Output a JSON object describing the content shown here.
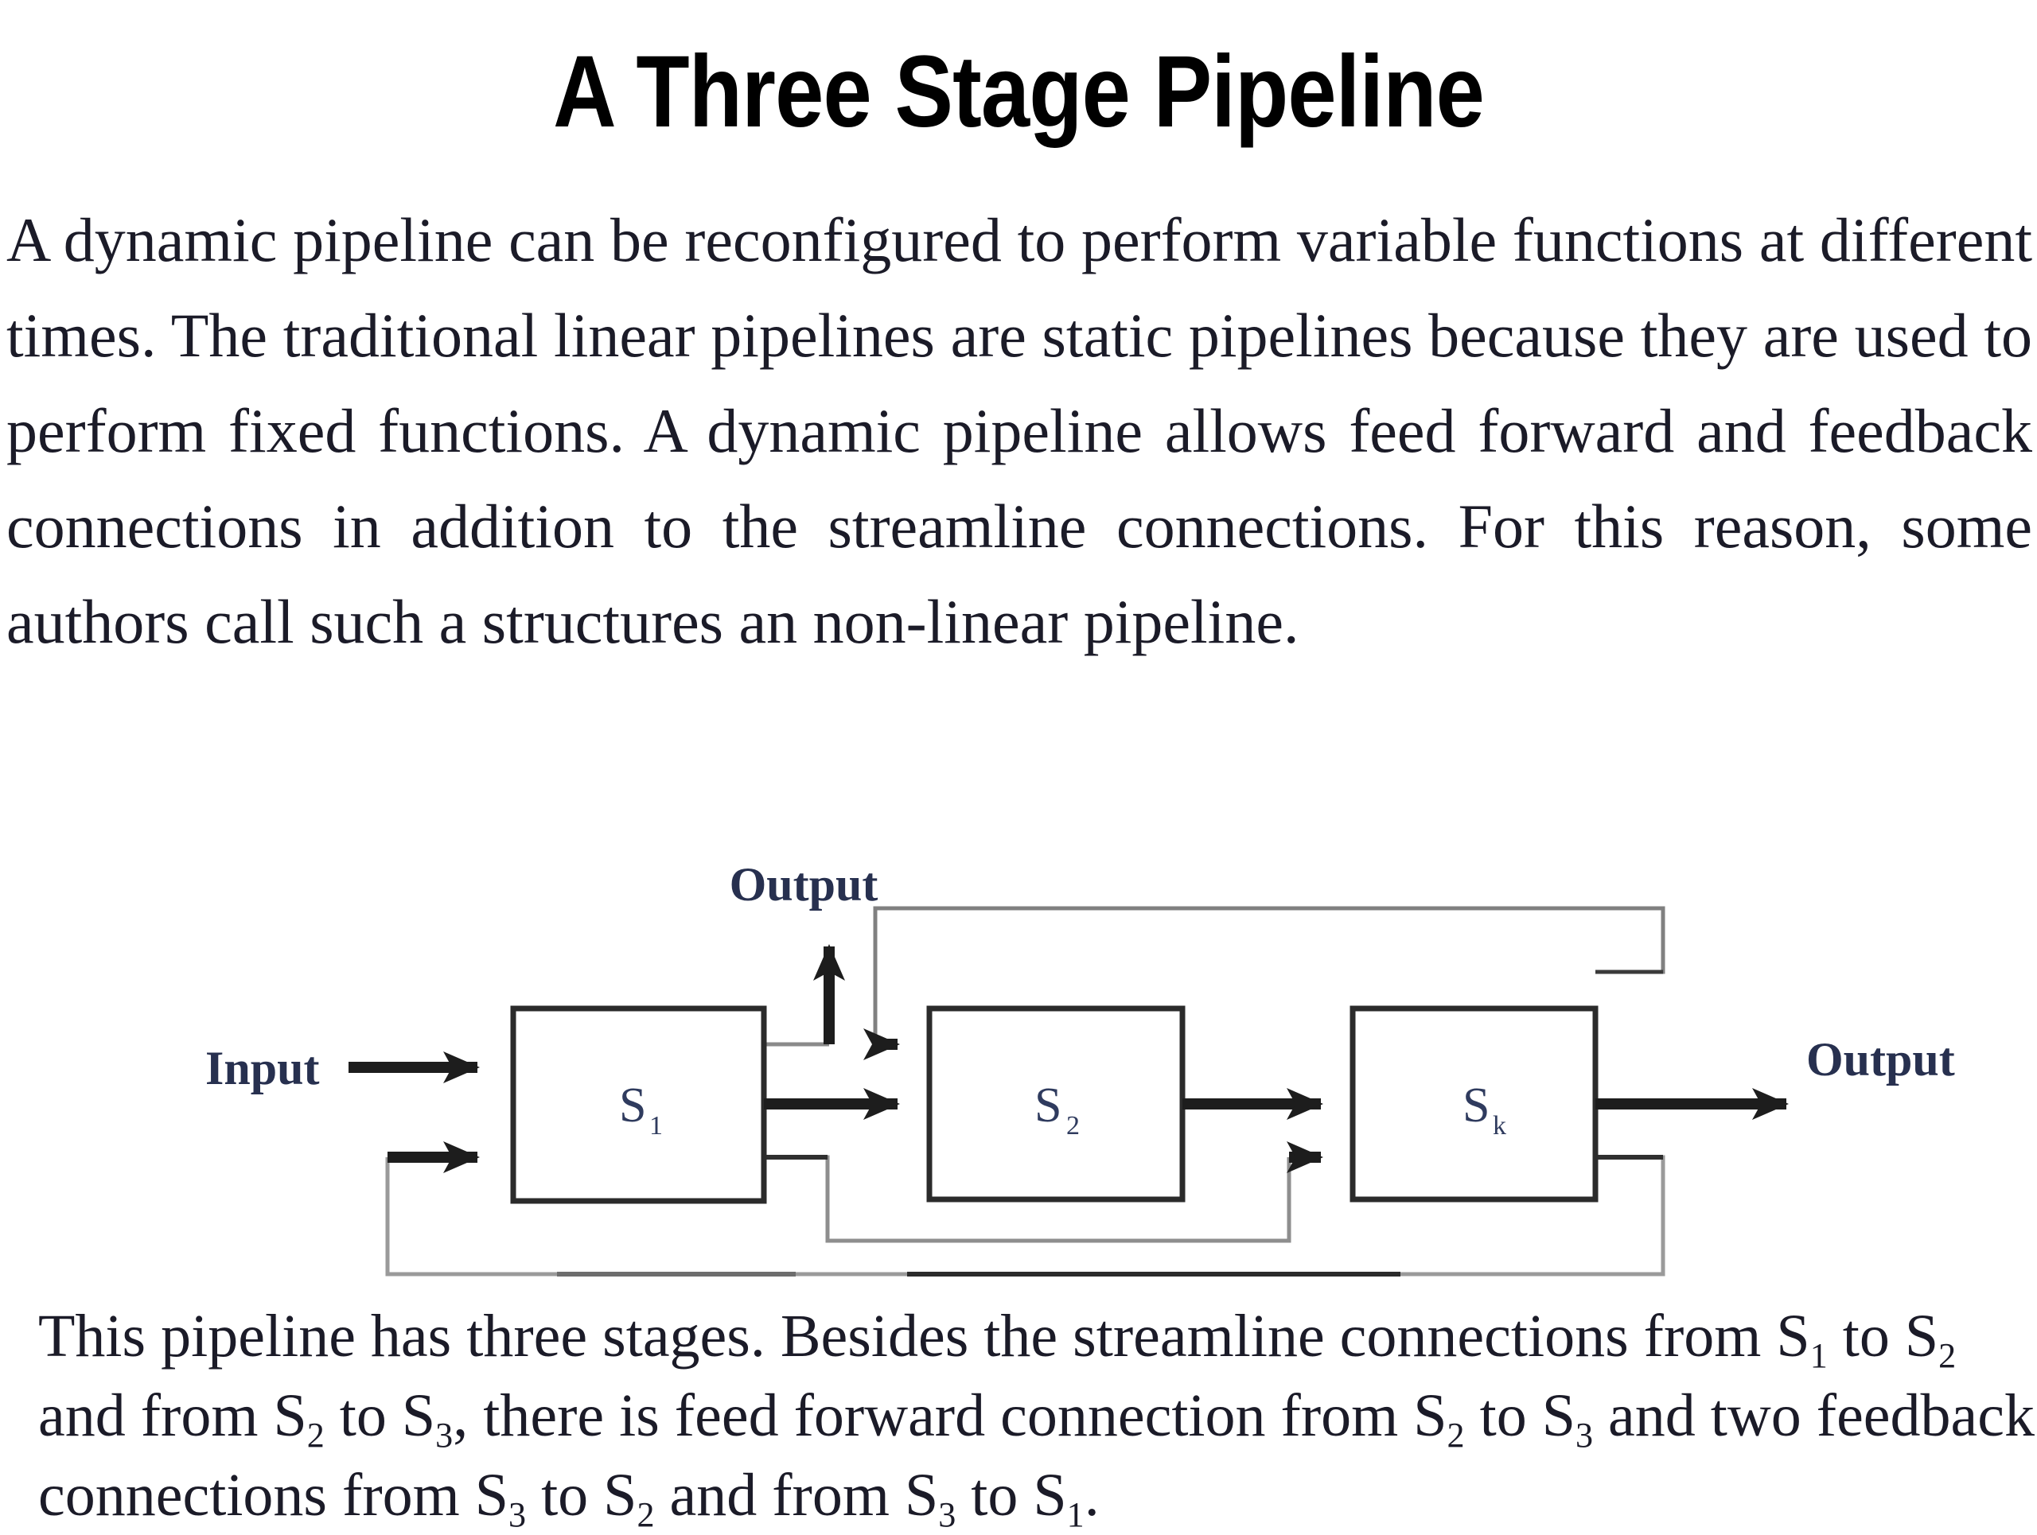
{
  "page": {
    "title": "A Three Stage Pipeline",
    "background_color": "#ffffff",
    "text_color": "#1b1b28"
  },
  "intro_paragraph": {
    "text": "A dynamic pipeline can be reconfigured to perform variable functions at different times. The traditional linear pipelines are static pipelines because they are used to perform fixed functions. A dynamic pipeline allows feed forward and feedback connections in addition to the streamline connections. For this reason, some authors call such a structures an non-linear pipeline.",
    "lines": [
      "A dynamic pipeline can be reconfigured to perform variable functions at",
      "different times. The traditional linear pipelines are static pipelines because they",
      "are used to perform fixed functions. A dynamic pipeline allows feed forward and",
      "feedback connections in addition to the streamline connections. For this reason,",
      "some authors call such a structures an non-linear pipeline."
    ]
  },
  "diagram": {
    "name": "three-stage-dynamic-pipeline",
    "line_color": "#2b2b2b",
    "label_color": "#2f3b5e",
    "input_label": "Input",
    "top_output_label": "Output",
    "right_output_label": "Output",
    "stages": [
      {
        "id": "s1",
        "base": "S",
        "subscript": "1"
      },
      {
        "id": "s2",
        "base": "S",
        "subscript": "2"
      },
      {
        "id": "s3",
        "base": "S",
        "subscript": "k"
      }
    ],
    "connections": [
      "Input into S1 (upper left port)",
      "S1 top output up to Output",
      "S1 middle output to S2",
      "S1 bottom output down and right into S3 lower input (feed forward)",
      "S2 output to S3",
      "S3 top output back left into S2 upper input (feedback)",
      "S3 middle output to Output",
      "S3 bottom output down and left into S1 lower input (feedback)"
    ]
  },
  "outro_paragraph": {
    "lines": [
      "This pipeline has three stages. Besides the streamline connections from S1 to S2",
      "and from S2 to S3, there is feed forward connection from S2 to S3 and two feedback",
      "connections from S3 to S2 and from S3 to S1."
    ],
    "line1_pre": "This pipeline has three stages. Besides the streamline connections from S",
    "line1_sub1": "1",
    "line1_mid": " to S",
    "line1_sub2": "2",
    "line2_pre": "and from S",
    "line2_sub1": "2",
    "line2_mid1": " to S",
    "line2_sub2": "3",
    "line2_mid2": ", there is feed forward connection from S",
    "line2_sub3": "2",
    "line2_mid3": " to S",
    "line2_sub4": "3",
    "line2_end": " and two feedback",
    "line3_pre": "connections from S",
    "line3_sub1": "3",
    "line3_mid1": " to S",
    "line3_sub2": "2",
    "line3_mid2": " and from S",
    "line3_sub3": "3",
    "line3_mid3": " to S",
    "line3_sub4": "1",
    "line3_end": "."
  }
}
